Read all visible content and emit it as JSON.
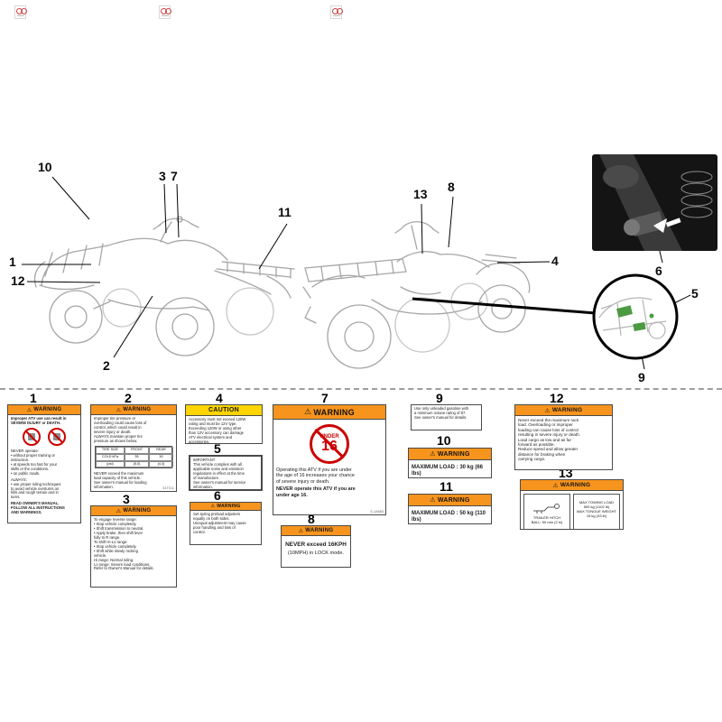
{
  "colors": {
    "warning_orange": "#F7941D",
    "caution_yellow": "#FFD400",
    "prohibition_red": "#CC0000",
    "highlight_green": "#4C9A41"
  },
  "icons": {
    "warning_triangle": "⚠"
  },
  "callouts": {
    "c1": "1",
    "c2": "2",
    "c3": "3",
    "c4": "4",
    "c5": "5",
    "c6": "6",
    "c7": "7",
    "c8": "8",
    "c9": "9",
    "c10": "10",
    "c11": "11",
    "c12": "12",
    "c13": "13"
  },
  "labels": {
    "item1": {
      "num": "1",
      "header": "WARNING",
      "intro": "Improper ATV use can result in\nSEVERE INJURY or DEATH.",
      "pictograms": [
        "no-passengers-icon",
        "no-paved-roads-icon"
      ],
      "never_block": "NEVER operate:\n• without proper training or\ninstruction.\n• at speeds too fast for your\nskills or the conditions.\n• on public roads.",
      "always_block": "ALWAYS:\n• use proper riding techniques\nto avoid vehicle overturns on\nhills and rough terrain and in\nturns.",
      "footer": "READ OWNER'S MANUAL.\nFOLLOW ALL INSTRUCTIONS\nAND WARNINGS."
    },
    "item2": {
      "num": "2",
      "header": "WARNING",
      "body_top": "Improper tire pressure or\noverloading could cause loss of\ncontrol, which could result in\nsevere injury or death.\nALWAYS maintain proper tire\npressure as shown below.",
      "table_rows": [
        [
          "TIRE SIZE",
          "FRONT",
          "REAR"
        ],
        [
          "COLD kPa",
          "35",
          "30"
        ],
        [
          "(psi)",
          "(5.0)",
          "(4.4)"
        ]
      ],
      "body_bottom": "NEVER exceed the maximum\nload capacity of this vehicle.\nSee owner's manual for loading\ninformation.",
      "code": "51T011"
    },
    "item3": {
      "num": "3",
      "header": "WARNING",
      "body": "To engage reverse range:\n• Stop vehicle completely.\n• Shift transmission to neutral.\n• Apply brake, then shift lever\nfully to R range.\nTo shift Hi-Lo range:\n• Stop vehicle completely.\n• Shift while slowly rocking\nvehicle.\nHi range: Normal riding.\nLo range: Severe load conditions.\nRefer to Owner's Manual for details."
    },
    "item4": {
      "num": "4",
      "header": "CAUTION",
      "body": "Accessory must not exceed 120W\nrating and must be 12V type.\nExceeding 120W or using other\nthan 12V accessory can damage\nATV electrical system and\naccessories."
    },
    "item5": {
      "num": "5",
      "body": "IMPORTANT\nThis vehicle complies with all\napplicable noise and emission\nregulations in effect at the time\nof manufacture.\nSee owner's manual for service\ninformation."
    },
    "item6": {
      "num": "6",
      "header": "WARNING",
      "body": "Set spring preload adjusters\nequally on both sides.\nUnequal adjustment may cause\npoor handling and loss of\ncontrol."
    },
    "item7": {
      "num": "7",
      "header": "WARNING",
      "under": "UNDER",
      "age": "16",
      "body": "Operating this ATV if you are under\nthe age of 16 increases your chance\nof severe injury or death.",
      "body_bold": "NEVER operate this ATV if you are\nunder age 16.",
      "code": "S-1A683"
    },
    "item8": {
      "num": "8",
      "header": "WARNING",
      "line1": "NEVER exceed 16KPH",
      "line2": "(10MPH) in LOCK mode."
    },
    "item9": {
      "num": "9",
      "body": "Use only unleaded gasoline with\na minimum octane rating of 87.\nSee owner's manual for details."
    },
    "item10": {
      "num": "10",
      "header": "WARNING",
      "load": "MAXIMUM LOAD : 30 kg (66 lbs)"
    },
    "item11": {
      "num": "11",
      "header": "WARNING",
      "load": "MAXIMUM LOAD : 50 kg (110 lbs)"
    },
    "item12": {
      "num": "12",
      "header": "WARNING",
      "body": "Never exceed the maximum rack\nload. Overloading or improper\nloading can cause loss of control\nresulting in severe injury or death.\nLoad cargo as low and as far\nforward as possible.\nReduce speed and allow greater\ndistance for braking when\ncarrying cargo."
    },
    "item13": {
      "num": "13",
      "header": "WARNING",
      "box_left": "TRAILER HITCH\nBALL: 50 mm (2 in)",
      "box_right": "MAX TOWING LOAD\n500 kg (1102 lb)\nMAX TONGUE WEIGHT\n15 kg (33 lb)"
    }
  }
}
